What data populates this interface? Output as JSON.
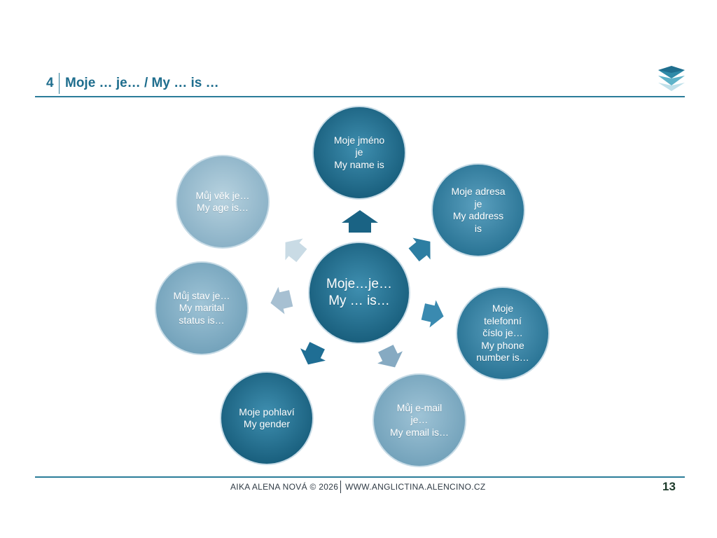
{
  "header": {
    "slide_number": "4",
    "title": "Moje … je… / My … is …"
  },
  "diagram": {
    "center": {
      "lines": [
        "Moje…je…",
        "My … is…"
      ]
    },
    "nodes": [
      {
        "id": "name",
        "lines": [
          "Moje jméno",
          "je",
          "My name is"
        ]
      },
      {
        "id": "address",
        "lines": [
          "Moje adresa",
          "je",
          "My address",
          "is"
        ]
      },
      {
        "id": "phone",
        "lines": [
          "Moje",
          "telefonní",
          "číslo je…",
          "My phone",
          "number is…"
        ]
      },
      {
        "id": "email",
        "lines": [
          "Můj e-mail",
          "je…",
          "My email is…"
        ]
      },
      {
        "id": "gender",
        "lines": [
          "Moje pohlaví",
          "My gender"
        ]
      },
      {
        "id": "marital",
        "lines": [
          "Můj stav je…",
          "My marital",
          "status is…"
        ]
      },
      {
        "id": "age",
        "lines": [
          "Můj věk je…",
          "My age is…"
        ]
      }
    ]
  },
  "footer": {
    "author": "AIKA ALENA NOVÁ © 2026",
    "website": "WWW.ANGLICTINA.ALENCINO.CZ",
    "page_number": "13"
  },
  "colors": {
    "accent": "#2b7c99",
    "title": "#1f6e8e"
  }
}
